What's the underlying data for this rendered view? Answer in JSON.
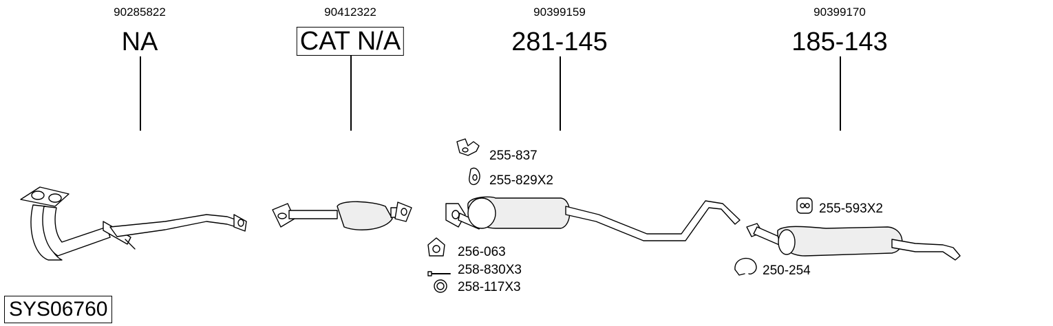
{
  "sections": [
    {
      "oe_number": "90285822",
      "part_code": "NA",
      "boxed": false
    },
    {
      "oe_number": "90412322",
      "part_code": "CAT N/A",
      "boxed": true
    },
    {
      "oe_number": "90399159",
      "part_code": "281-145",
      "boxed": false
    },
    {
      "oe_number": "90399170",
      "part_code": "185-143",
      "boxed": false
    }
  ],
  "accessories": [
    {
      "code": "255-837",
      "icon": "rubber-hanger-icon"
    },
    {
      "code": "255-829X2",
      "icon": "rubber-ring-icon"
    },
    {
      "code": "256-063",
      "icon": "gasket-icon"
    },
    {
      "code": "258-830X3",
      "icon": "bolt-icon"
    },
    {
      "code": "258-117X3",
      "icon": "washer-icon"
    },
    {
      "code": "255-593X2",
      "icon": "rubber-mount-icon"
    },
    {
      "code": "250-254",
      "icon": "clamp-icon"
    }
  ],
  "system_code": "SYS06760",
  "colors": {
    "line": "#000000",
    "part_fill": "#ffffff",
    "shade": "#e6e6e6"
  }
}
